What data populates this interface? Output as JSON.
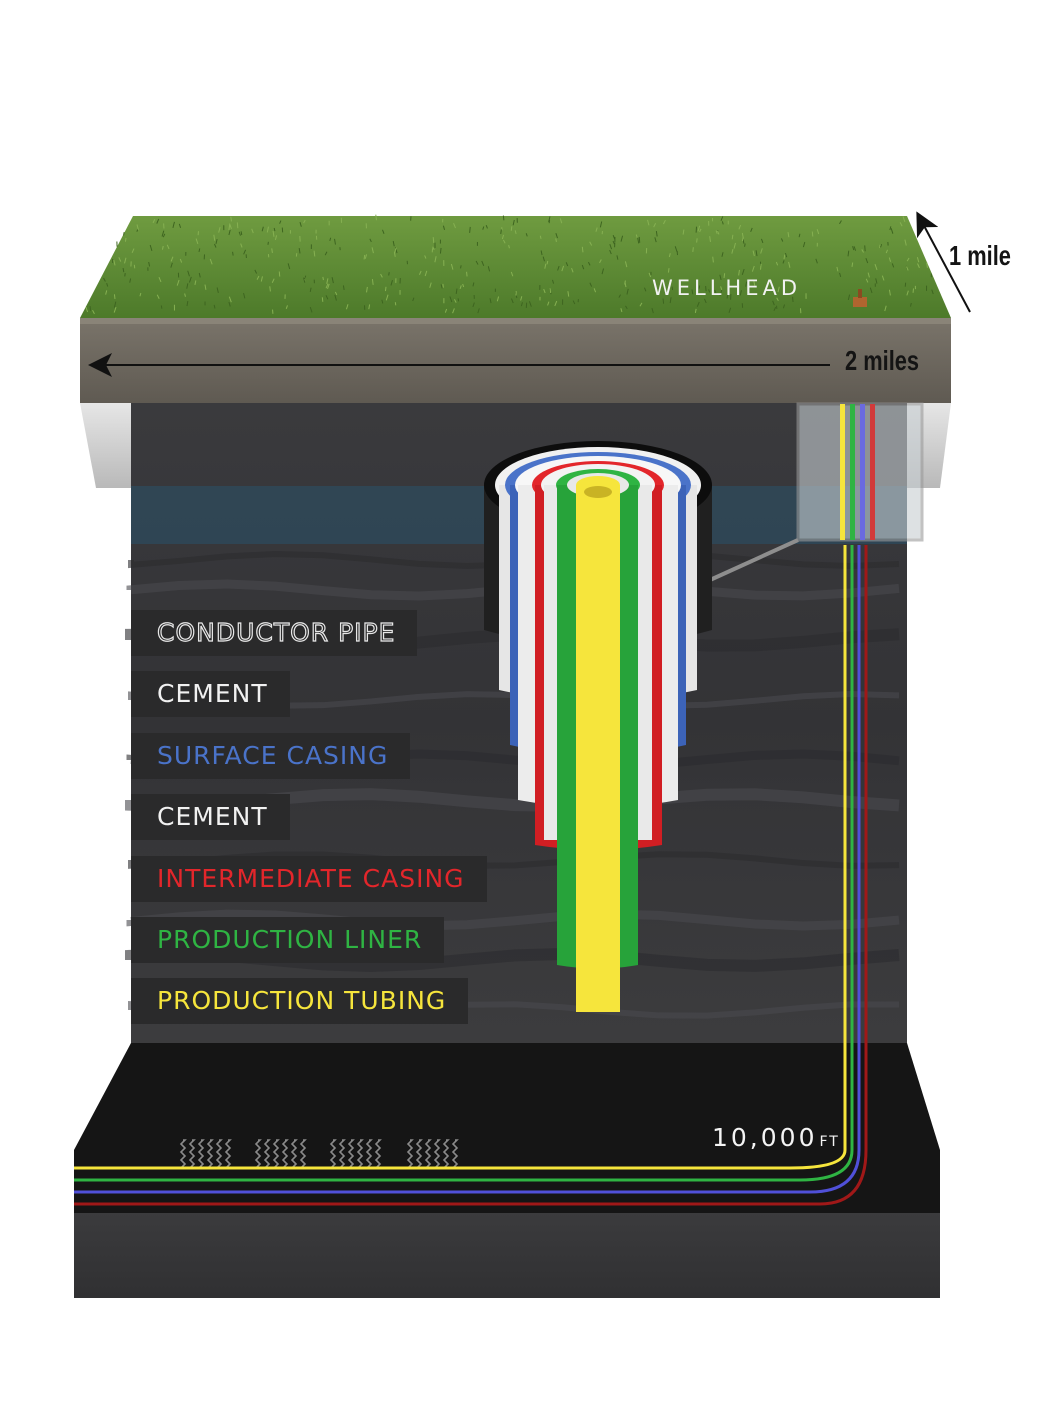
{
  "labels": {
    "wellhead": "WELLHEAD",
    "width_scale": "2 miles",
    "depth_scale": "1 mile",
    "depth_value": "10,000",
    "depth_unit": "FT"
  },
  "layers": [
    {
      "name": "CONDUCTOR PIPE",
      "color": "#2a2a2b",
      "style": "outlined"
    },
    {
      "name": "CEMENT",
      "color": "#f1f1f1"
    },
    {
      "name": "SURFACE CASING",
      "color": "#4a73c9"
    },
    {
      "name": "CEMENT",
      "color": "#f1f1f1"
    },
    {
      "name": "INTERMEDIATE CASING",
      "color": "#e3262b"
    },
    {
      "name": "PRODUCTION LINER",
      "color": "#2fb443"
    },
    {
      "name": "PRODUCTION TUBING",
      "color": "#f6e53c"
    }
  ],
  "colors": {
    "grass": "#5e8a35",
    "soil": "#6f6a60",
    "rock": "#37373a",
    "shale": "#151515",
    "water": "#2e4b5d"
  }
}
